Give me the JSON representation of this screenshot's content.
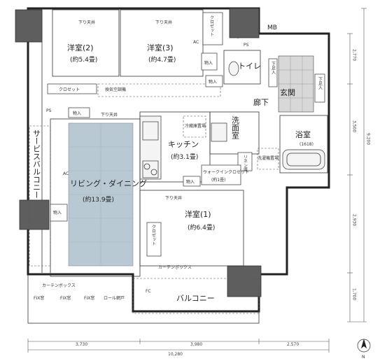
{
  "rooms": {
    "bedroom2": {
      "name": "洋室(2)",
      "area": "(約5.4畳)"
    },
    "bedroom3": {
      "name": "洋室(3)",
      "area": "(約4.7畳)"
    },
    "bedroom1": {
      "name": "洋室(1)",
      "area": "(約6.4畳)"
    },
    "living": {
      "name": "リビング・ダイニング",
      "area": "(約13.9畳)"
    },
    "kitchen": {
      "name": "キッチン",
      "area": "(約3.1畳)"
    },
    "toilet": "トイレ",
    "hallway": "廊下",
    "entrance": "玄関",
    "washroom": "洗面室",
    "bath": {
      "name": "浴室",
      "size": "(1618)"
    },
    "walkin_closet": {
      "name": "ウォークインクロゼット",
      "area": "(約1畳)"
    },
    "service_balcony": "サービスバルコニー",
    "balcony": "バルコニー"
  },
  "labels": {
    "closet": "クロゼット",
    "storage": "物入",
    "mb": "MB",
    "ps": "PS",
    "ac": "AC",
    "fc": "FC",
    "fridge": "冷蔵庫置場",
    "washer": "洗濯機置場",
    "shoe_box": "下足入",
    "linen": "リネン庫",
    "down_ceiling": "下り天井",
    "ventilation": "換気空調機",
    "curtain_box": "カーテンボックス",
    "fix_window": "FIX窓",
    "roll_screen": "ロール網戸",
    "compass": "N"
  },
  "dimensions": {
    "top": "3,730",
    "top2": "3,980",
    "top3": "2,570",
    "total_width": "10,280",
    "right1": "2,770",
    "right2": "3,500",
    "right3": "9,200",
    "right4": "2,930",
    "right5": "1,700"
  }
}
